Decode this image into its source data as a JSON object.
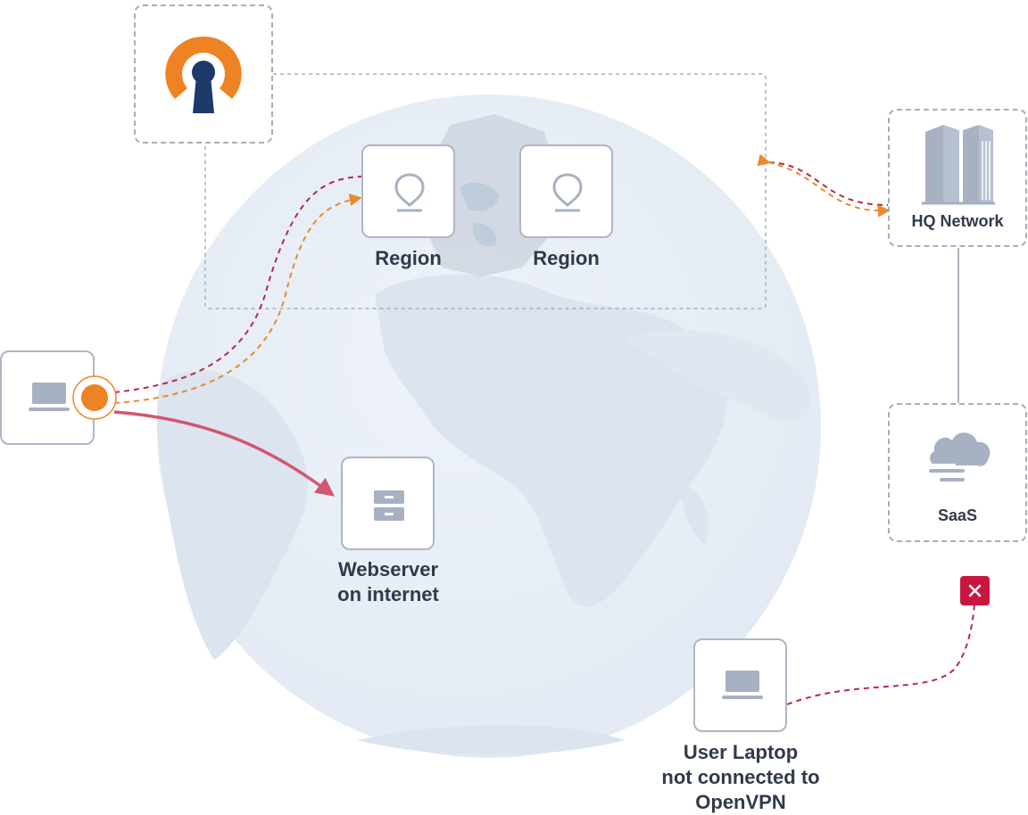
{
  "nodes": {
    "region_1": "Region",
    "region_2": "Region",
    "hq_network": "HQ Network",
    "saas": "SaaS",
    "webserver_line1": "Webserver",
    "webserver_line2": "on internet",
    "user_laptop_line1": "User Laptop",
    "user_laptop_line2": "not connected to",
    "user_laptop_line3": "OpenVPN"
  },
  "colors": {
    "openvpn_orange": "#ee8323",
    "openvpn_navy": "#1d3a6b",
    "tunnel_dark_red": "#b5294a",
    "tunnel_orange": "#e98a2a",
    "internet_path_pink": "#d4556f",
    "blocked_red": "#c8163f",
    "icon_gray": "#a7b1c2",
    "globe_fill": "#e9eff7"
  },
  "icons": {
    "logo": "openvpn-logo",
    "region": "map-pin-icon",
    "hq": "office-buildings-icon",
    "saas": "cloud-icon",
    "server": "server-icon",
    "laptop": "laptop-icon",
    "blocked": "close-icon"
  }
}
